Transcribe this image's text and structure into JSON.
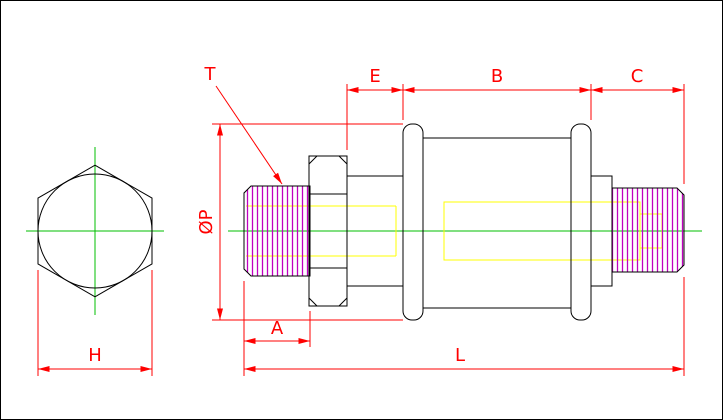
{
  "drawing": {
    "labels": {
      "thread_callout": "T",
      "dim_e": "E",
      "dim_b": "B",
      "dim_c": "C",
      "dim_diameter": "ØP",
      "dim_a": "A",
      "dim_h": "H",
      "dim_l": "L"
    },
    "colors": {
      "dimension": "#ff0000",
      "centerline": "#00bf00",
      "hidden": "#ffff00",
      "thread": "#c000c0",
      "outline": "#000000",
      "background": "#ffffff"
    }
  }
}
